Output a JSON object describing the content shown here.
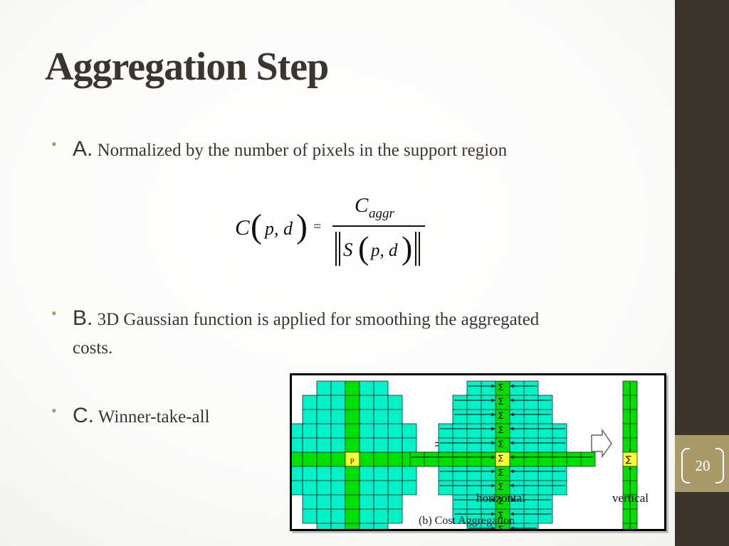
{
  "slide": {
    "title": "Aggregation Step",
    "page_number": "20",
    "accent_color": "#a99b69",
    "band_color": "#3b342c"
  },
  "bullets": [
    {
      "label": "A.",
      "text": " Normalized by the number of pixels in the support region"
    },
    {
      "label": "B.",
      "text": " 3D Gaussian function is applied for smoothing the aggregated costs."
    },
    {
      "label": "C.",
      "text": " Winner-take-all"
    }
  ],
  "formula": {
    "lhs": "C",
    "args": "p, d",
    "equals": "=",
    "numerator": "C",
    "numerator_sub": "aggr",
    "denominator": "S"
  },
  "figure": {
    "pixel_label": "p",
    "equals_sign": "=",
    "sum_symbol": "∑",
    "horizontal_label": "horizontal",
    "vertical_label": "vertical",
    "caption": "(b)  Cost Aggregation",
    "colors": {
      "cyan": "#00f2c8",
      "green": "#00e000",
      "yellow": "#ffff33"
    }
  }
}
